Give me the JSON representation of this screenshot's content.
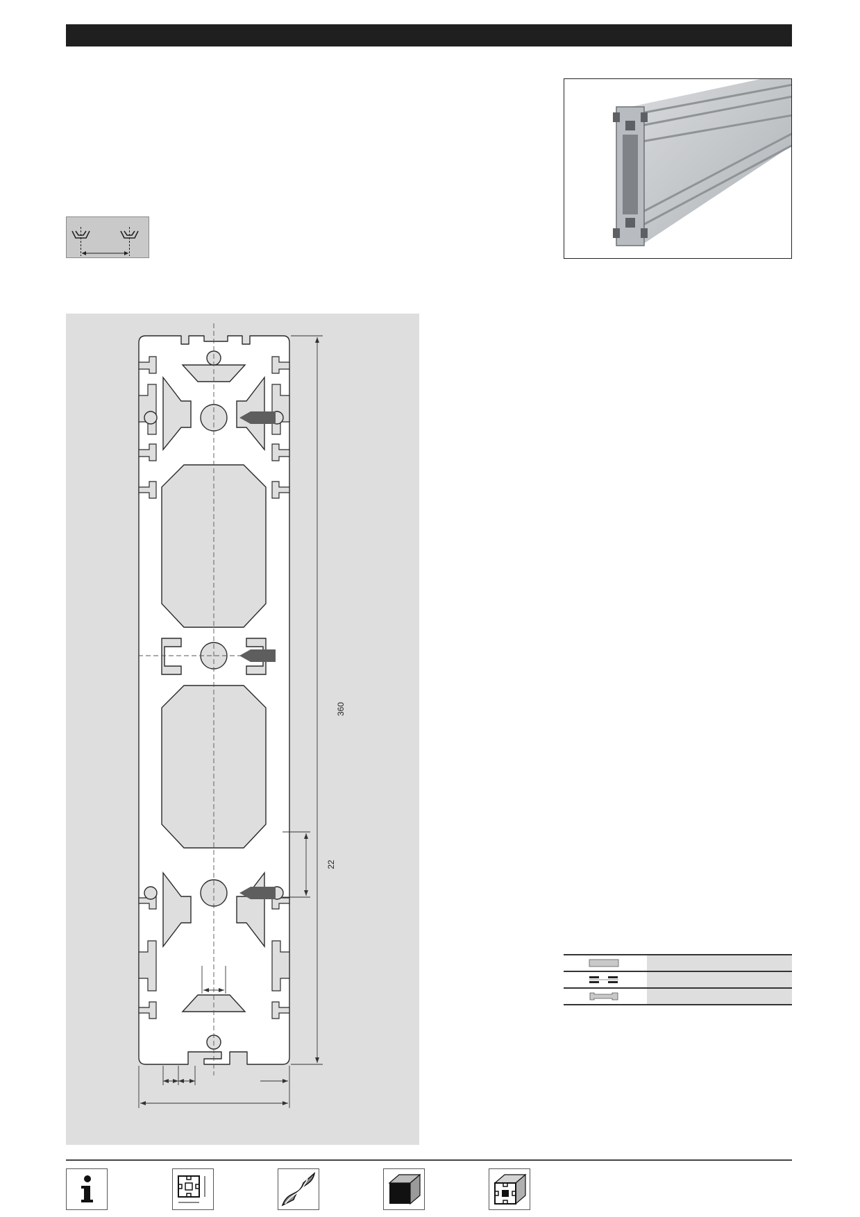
{
  "drawing": {
    "dimensions": {
      "height": "360",
      "slot_pitch": "22"
    }
  },
  "icons": [
    {
      "name": "info-icon",
      "glyph": "i"
    },
    {
      "name": "profile-section-icon"
    },
    {
      "name": "twisted-profile-icon"
    },
    {
      "name": "profile-end-icon"
    },
    {
      "name": "profile-corner-icon"
    }
  ],
  "colors": {
    "header_bar": "#1f1f1f",
    "panel_gray": "#dedede",
    "arrow_gray": "#5e5e5e"
  }
}
